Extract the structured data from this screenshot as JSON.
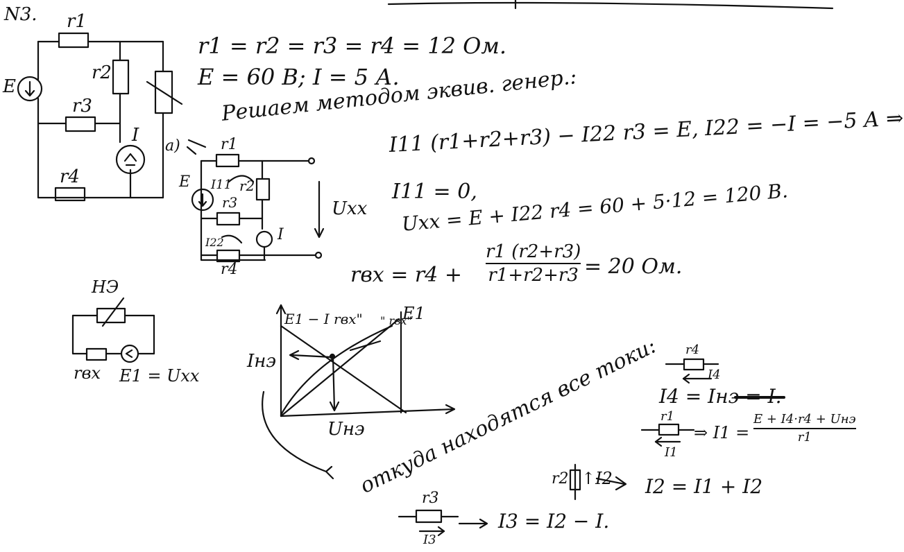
{
  "problem_number": "N3.",
  "given": {
    "resistances": "r1 = r2 = r3 = r4 = 12 Ом.",
    "sources": "E = 60 В;  I = 5 А."
  },
  "method_heading": "Решаем методом эквив. генер.:",
  "equations": {
    "loop_eq": "I11 (r1+r2+r3) − I22 r3 = E,   I22 = −I = −5 А ⇒",
    "i11": "I11 = 0,",
    "uxx": "Uxx = E + I22 r4 = 60 + 5·12 = 120 В.",
    "rvx_left": "rвх = r4 +",
    "rvx_num": "r1 (r2+r3)",
    "rvx_den": "r1+r2+r3",
    "rvx_right": "= 20 Ом."
  },
  "circuit1_labels": {
    "r1": "r1",
    "r2": "r2",
    "r3": "r3",
    "r4": "r4",
    "E": "E",
    "I": "I"
  },
  "circuit2_labels": {
    "marker": "a)",
    "r1": "r1",
    "r2": "r2",
    "r3": "r3",
    "r4": "r4",
    "E": "E",
    "I": "I",
    "I11": "I11",
    "I22": "I22",
    "uxx": "Uxx"
  },
  "equivalent_labels": {
    "ne": "НЭ",
    "rvx": "rвх",
    "e1": "E1 = Uxx"
  },
  "graph_labels": {
    "line1": "E1 − I rвх\"",
    "line2": "\" rвх\"",
    "e1": "E1",
    "y_axis": "Iнэ",
    "x_axis": "Uнэ"
  },
  "currents_heading": "откуда находятся все токи:",
  "final": {
    "r4": "r4",
    "i4_arrow": "I4",
    "i4": "I4 = Iнэ = I.",
    "r1": "r1",
    "i1_arrow": "I1",
    "i1_left": "⇒ I1 =",
    "i1_num": "E + I4·r4 + Uнэ",
    "i1_den": "r1",
    "r2": "r2",
    "i2_arrow": "↑I2",
    "i2": "I2 = I1 + I2",
    "r3": "r3",
    "i3_arrow": "I3",
    "i3": "I3 = I2 − I."
  }
}
